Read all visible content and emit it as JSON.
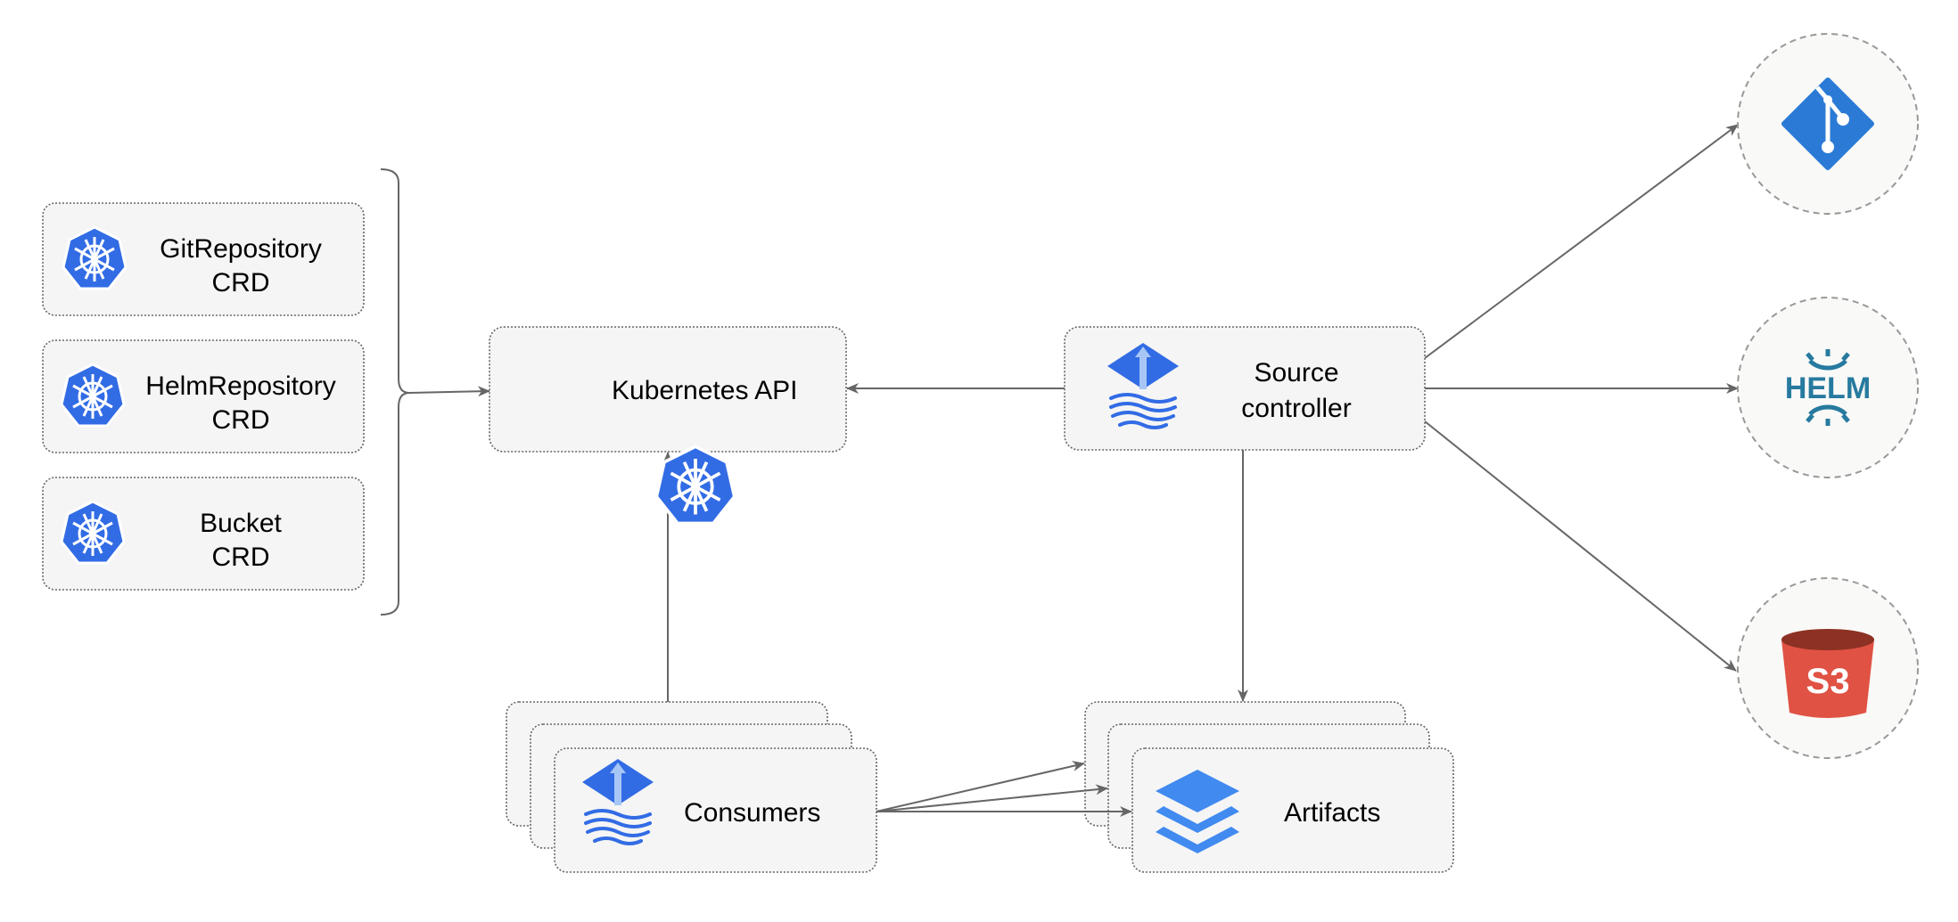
{
  "crds": [
    {
      "line1": "GitRepository",
      "line2": "CRD"
    },
    {
      "line1": "HelmRepository",
      "line2": "CRD"
    },
    {
      "line1": "Bucket",
      "line2": "CRD"
    }
  ],
  "kubernetes_api": {
    "label": "Kubernetes API",
    "icon": "kubernetes-icon"
  },
  "source_controller": {
    "line1": "Source",
    "line2": "controller",
    "icon": "flux-icon"
  },
  "consumers": {
    "label": "Consumers",
    "icon": "flux-icon"
  },
  "artifacts": {
    "label": "Artifacts",
    "icon": "layers-icon"
  },
  "sources": {
    "git": {
      "icon": "git-icon"
    },
    "helm": {
      "label": "HELM",
      "icon": "helm-icon"
    },
    "s3": {
      "label": "S3",
      "icon": "s3-bucket-icon"
    }
  },
  "colors": {
    "kubernetes": "#326ce5",
    "git": "#2b7bd6",
    "helm": "#277a9f",
    "s3_body": "#e05243",
    "s3_top": "#8c3123",
    "layers": "#418af0",
    "edge": "#666666",
    "box_fill": "#f5f5f5"
  }
}
